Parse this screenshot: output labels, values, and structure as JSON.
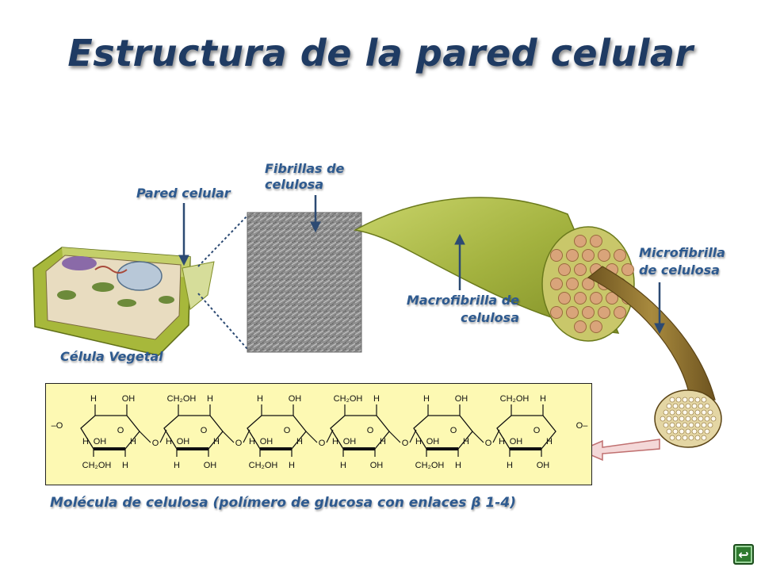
{
  "title": "Estructura de la pared celular",
  "labels": {
    "pared_celular": "Pared celular",
    "fibrillas_line1": "Fibrillas de",
    "fibrillas_line2": "celulosa",
    "microfibrilla_line1": "Microfibrilla",
    "microfibrilla_line2": "de celulosa",
    "macrofibrilla_line1": "Macrofibrilla de",
    "macrofibrilla_line2": "celulosa",
    "celula_vegetal": "Célula Vegetal"
  },
  "molecule": {
    "caption": "Molécula de celulosa (polímero de glucosa con enlaces ",
    "beta": "β",
    "caption_end": " 1-4)",
    "atoms": {
      "h": "H",
      "oh": "OH",
      "o": "O",
      "ch2oh": "CH₂OH"
    }
  },
  "nav": {
    "icon": "return-icon"
  },
  "colors": {
    "title": "#1f3b63",
    "label": "#2e5a8f",
    "arrow": "#2c4a73",
    "fiber": "#a9b84a",
    "microfiber": "#8a6b2a",
    "mol_bg": "#fdf9b3"
  }
}
